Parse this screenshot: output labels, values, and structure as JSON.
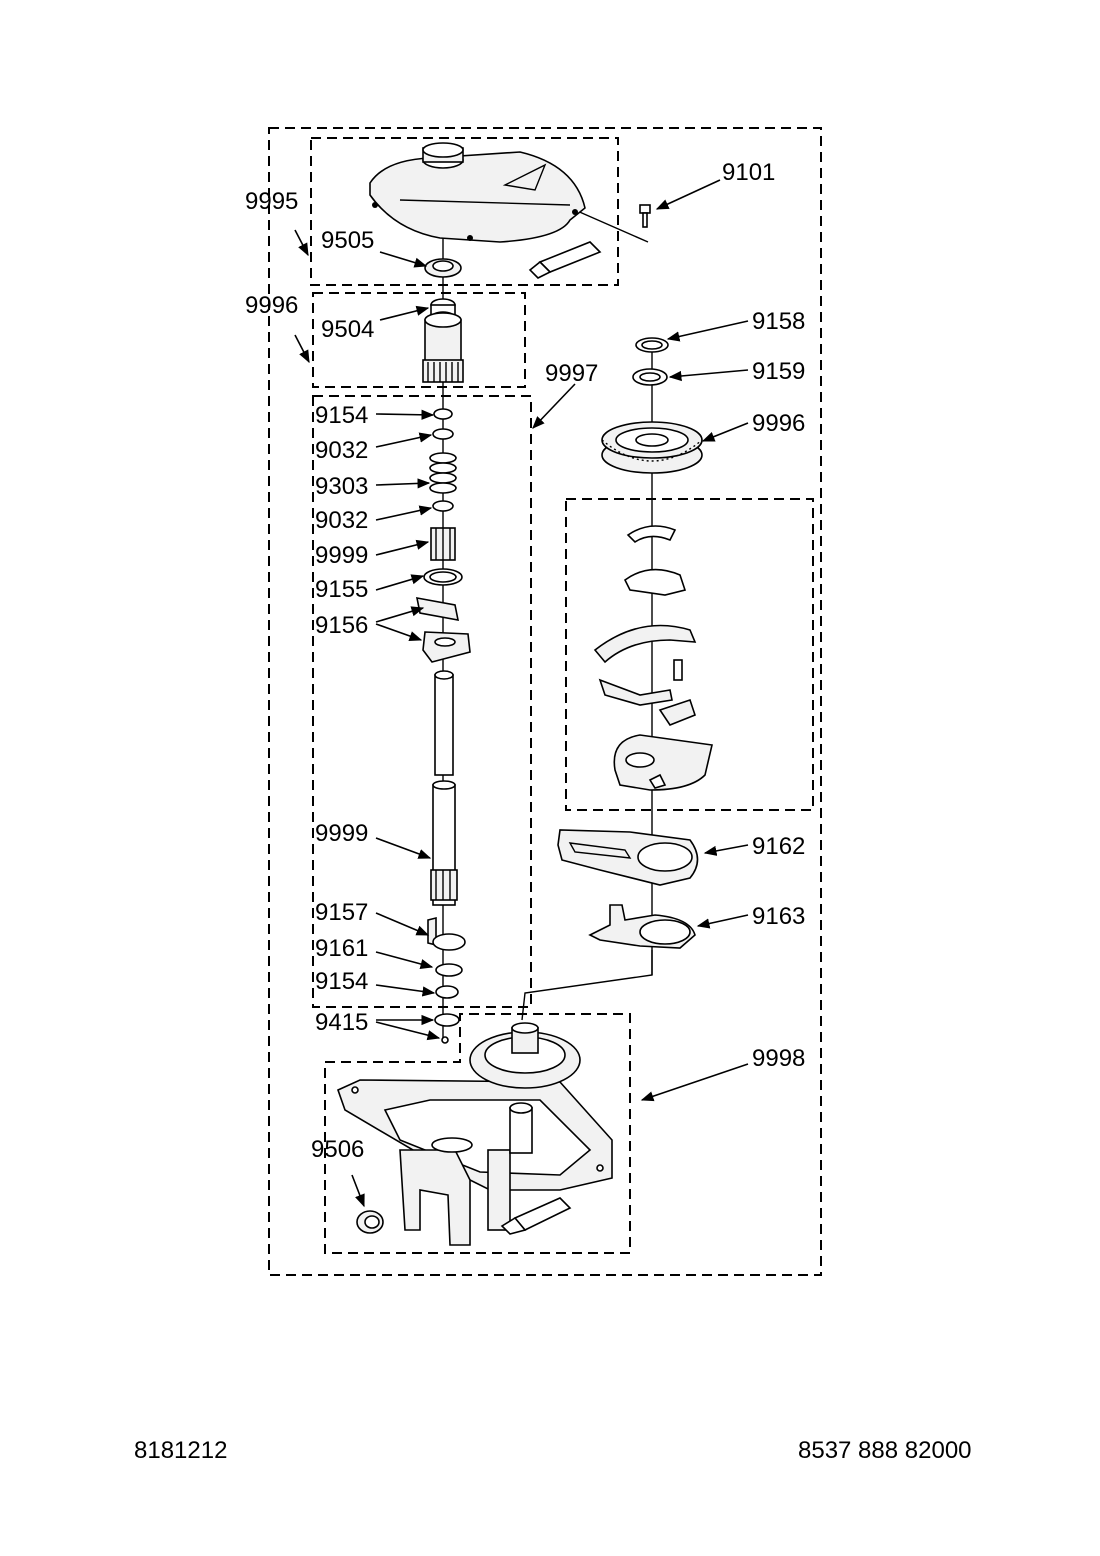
{
  "labels": {
    "l9995": "9995",
    "l9505": "9505",
    "l9996a": "9996",
    "l9504": "9504",
    "l9101": "9101",
    "l9158": "9158",
    "l9159": "9159",
    "l9996b": "9996",
    "l9997": "9997",
    "l9154a": "9154",
    "l9032a": "9032",
    "l9303": "9303",
    "l9032b": "9032",
    "l9999a": "9999",
    "l9155": "9155",
    "l9156": "9156",
    "l9999b": "9999",
    "l9157": "9157",
    "l9161": "9161",
    "l9154b": "9154",
    "l9415": "9415",
    "l9162": "9162",
    "l9163": "9163",
    "l9998": "9998",
    "l9506": "9506"
  },
  "footer": {
    "left_code": "8181212",
    "right_code": "8537 888 82000"
  }
}
